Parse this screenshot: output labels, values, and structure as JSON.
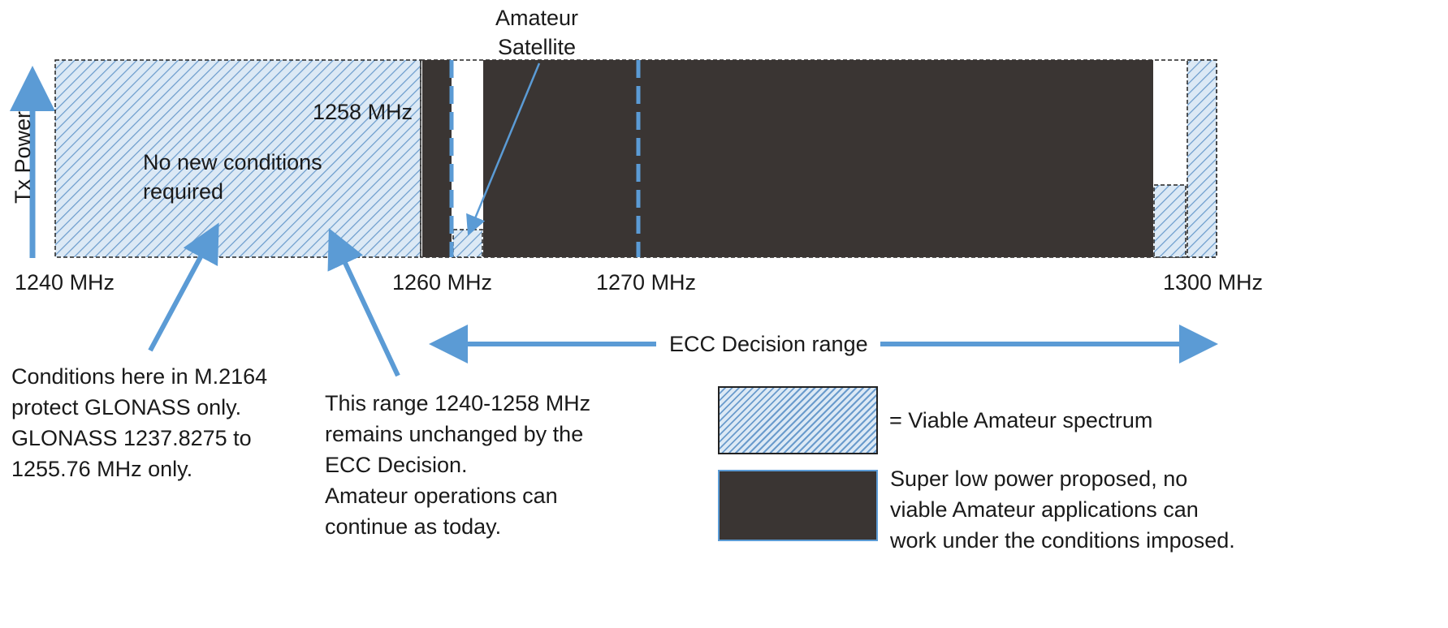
{
  "axis": {
    "y_label": "Tx Power",
    "ticks": [
      "1240 MHz",
      "1260 MHz",
      "1270 MHz",
      "1300 MHz"
    ]
  },
  "labels": {
    "amateur_satellite": "Amateur\nSatellite",
    "mhz_1258": "1258 MHz",
    "no_new_conditions": "No new conditions\nrequired",
    "ecc_range": "ECC Decision range"
  },
  "annotations": {
    "conditions_note": "Conditions here in M.2164\nprotect GLONASS only.\nGLONASS 1237.8275 to\n1255.76 MHz only.",
    "range_note": "This range 1240-1258 MHz\nremains unchanged by the\nECC Decision.\nAmateur operations can\ncontinue as today."
  },
  "legend": {
    "viable": "= Viable Amateur spectrum",
    "super_low": "Super low power proposed, no\nviable Amateur applications can\nwork under the conditions imposed."
  },
  "colors": {
    "hatch_fill": "#dce9f5",
    "hatch_line": "#6a9bcc",
    "dark_block": "#3a3533",
    "arrow": "#5b9bd5",
    "legend_border": "#5b9bd5"
  }
}
